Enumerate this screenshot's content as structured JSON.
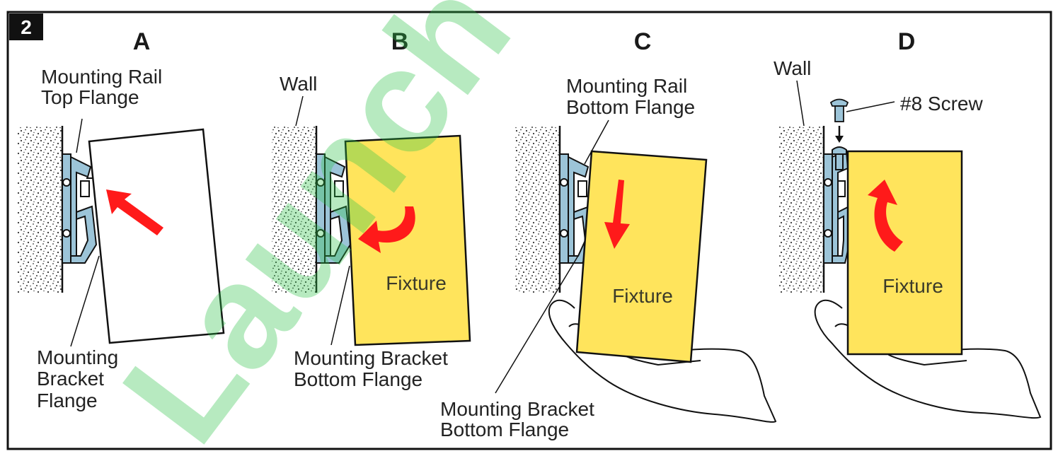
{
  "step_number": "2",
  "panels": [
    {
      "letter": "A",
      "labels": [
        "Mounting Rail",
        "Top Flange",
        "Mounting",
        "Bracket",
        "Flange"
      ]
    },
    {
      "letter": "B",
      "labels": [
        "Wall",
        "Fixture",
        "Mounting Bracket",
        "Bottom Flange"
      ]
    },
    {
      "letter": "C",
      "labels": [
        "Mounting Rail",
        "Bottom Flange",
        "Fixture",
        "Mounting Bracket",
        "Bottom Flange"
      ]
    },
    {
      "letter": "D",
      "labels": [
        "Wall",
        "#8 Screw",
        "Fixture"
      ]
    }
  ],
  "watermark": "Launch",
  "colors": {
    "fixture": "#ffe45c",
    "arrow": "#ff1a1a",
    "bracket": "#9cc4d8",
    "outline": "#111111",
    "watermark": "#2ec44a",
    "wall": "#444444"
  }
}
